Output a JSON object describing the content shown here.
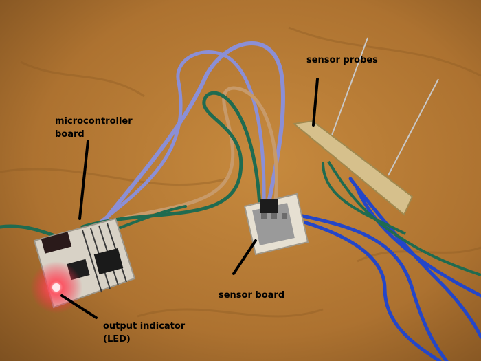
{
  "labels": {
    "microcontroller_line1": "microcontroller",
    "microcontroller_line2": "board",
    "sensor_probes": "sensor probes",
    "sensor_board": "sensor board",
    "output_line1": "output indicator",
    "output_line2": "(LED)"
  },
  "colors": {
    "cloth": "#b0752d",
    "label_text": "#000000",
    "pointer": "#000000",
    "wire_lavender": "#8b8fd6",
    "wire_green": "#1f6b50",
    "wire_tan": "#c79a6a",
    "wire_blue": "#2446c8",
    "pcb": "#d8d2c6",
    "probe_stick": "#d6c08c",
    "led_glow": "#ff3a4a"
  }
}
